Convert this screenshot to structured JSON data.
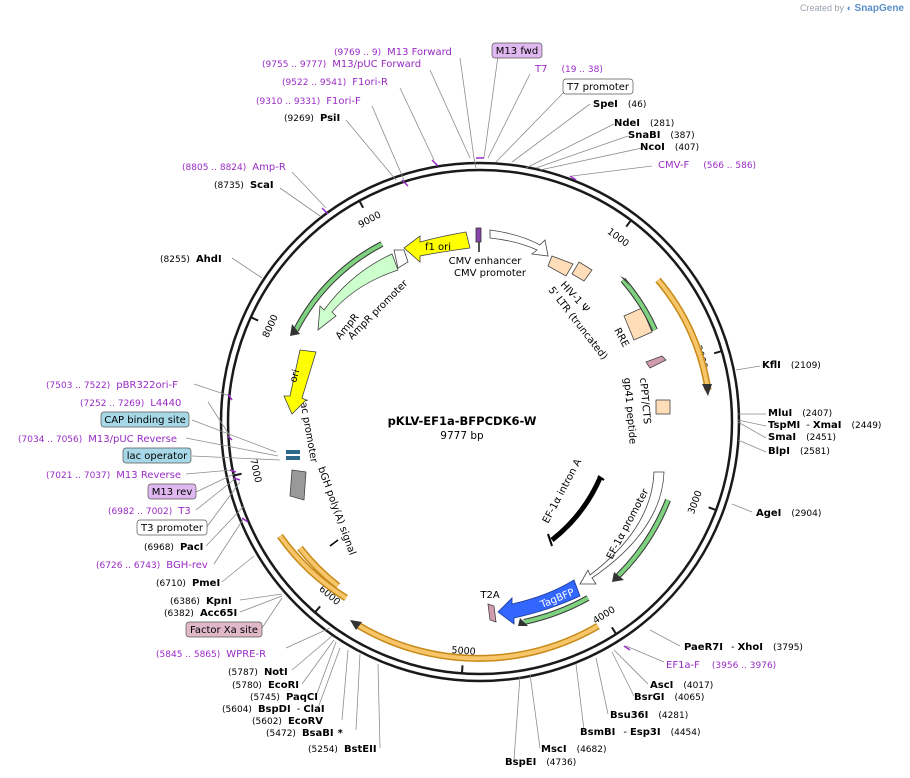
{
  "credit": {
    "prefix": "Created by",
    "brand": "SnapGene"
  },
  "plasmid": {
    "name": "pKLV-EF1a-BFPCDK6-W",
    "size_label": "9777 bp",
    "length": 9777
  },
  "colors": {
    "backbone": "#1a1a1a",
    "primer": "#9a2bc4",
    "f1_ori": "#ffff00",
    "ampr": "#ccffcc",
    "ori": "#ffff00",
    "tagbfp": "#3366ff",
    "ltr": "#ffddb8",
    "orf_orange": "#f0a020",
    "orf_green": "#33aa33",
    "polya": "#999999",
    "promoter_fill": "#ffffff",
    "boxed_blue": "#a6d8e8",
    "boxed_pink": "#e0b8c8",
    "boxed_purple": "#e0b8f0"
  },
  "ticks": [
    "1000",
    "2000",
    "3000",
    "4000",
    "5000",
    "6000",
    "7000",
    "8000",
    "9000"
  ],
  "features": {
    "cmv_enhancer": "CMV enhancer",
    "cmv_promoter": "CMV promoter",
    "hiv_psi": "HIV-1 Ψ",
    "ltr": "5' LTR (truncated)",
    "rre": "RRE",
    "cppt": "cPPT/CTS",
    "gp41": "gp41 peptide",
    "ef1a_intron": "EF-1α intron A",
    "ef1a_promoter": "EF-1α promoter",
    "tagbfp": "TagBFP",
    "t2a": "T2A",
    "bgh": "bGH poly(A) signal",
    "lac_promoter": "lac promoter",
    "ori": "ori",
    "ampr": "AmpR",
    "ampr_promoter": "AmpR promoter",
    "f1_ori": "f1 ori"
  },
  "labels": {
    "left": [
      {
        "kind": "primer",
        "pos": "(9769 .. 9)",
        "name": "M13 Forward"
      },
      {
        "kind": "primer",
        "pos": "(9755 .. 9777)",
        "name": "M13/pUC Forward"
      },
      {
        "kind": "primer",
        "pos": "(9522 .. 9541)",
        "name": "F1ori-R"
      },
      {
        "kind": "primer",
        "pos": "(9310 .. 9331)",
        "name": "F1ori-F"
      },
      {
        "kind": "site",
        "pos": "(9269)",
        "name": "PsiI"
      },
      {
        "kind": "primer",
        "pos": "(8805 .. 8824)",
        "name": "Amp-R"
      },
      {
        "kind": "site",
        "pos": "(8735)",
        "name": "ScaI"
      },
      {
        "kind": "site",
        "pos": "(8255)",
        "name": "AhdI"
      },
      {
        "kind": "primer",
        "pos": "(7503 .. 7522)",
        "name": "pBR322ori-F"
      },
      {
        "kind": "primer",
        "pos": "(7252 .. 7269)",
        "name": "L4440"
      },
      {
        "kind": "box_blue",
        "pos": "",
        "name": "CAP binding site"
      },
      {
        "kind": "primer",
        "pos": "(7034 .. 7056)",
        "name": "M13/pUC Reverse"
      },
      {
        "kind": "box_blue",
        "pos": "",
        "name": "lac operator"
      },
      {
        "kind": "primer",
        "pos": "(7021 .. 7037)",
        "name": "M13 Reverse"
      },
      {
        "kind": "box_purple",
        "pos": "",
        "name": "M13 rev"
      },
      {
        "kind": "primer",
        "pos": "(6982 .. 7002)",
        "name": "T3"
      },
      {
        "kind": "box_white",
        "pos": "",
        "name": "T3 promoter"
      },
      {
        "kind": "site",
        "pos": "(6968)",
        "name": "PacI"
      },
      {
        "kind": "primer",
        "pos": "(6726 .. 6743)",
        "name": "BGH-rev"
      },
      {
        "kind": "site",
        "pos": "(6710)",
        "name": "PmeI"
      },
      {
        "kind": "site",
        "pos": "(6386)",
        "name": "KpnI"
      },
      {
        "kind": "site",
        "pos": "(6382)",
        "name": "Acc65I"
      },
      {
        "kind": "box_pink",
        "pos": "",
        "name": "Factor Xa site"
      },
      {
        "kind": "primer",
        "pos": "(5845 .. 5865)",
        "name": "WPRE-R"
      },
      {
        "kind": "site",
        "pos": "(5787)",
        "name": "NotI"
      },
      {
        "kind": "site",
        "pos": "(5780)",
        "name": "EcoRI"
      },
      {
        "kind": "site",
        "pos": "(5745)",
        "name": "PaqCI"
      },
      {
        "kind": "site",
        "pos": "(5604)",
        "name": "BspDI"
      },
      {
        "kind": "site",
        "pos": "(5602)",
        "name": "EcoRV"
      },
      {
        "kind": "site",
        "pos": "(5472)",
        "name": "BsaBI"
      },
      {
        "kind": "site",
        "pos": "(5254)",
        "name": "BstEII"
      }
    ],
    "right": [
      {
        "kind": "box_purple",
        "pos": "",
        "name": "M13 fwd"
      },
      {
        "kind": "primer",
        "pos": "(19 .. 38)",
        "name": "T7"
      },
      {
        "kind": "box_white",
        "pos": "",
        "name": "T7 promoter"
      },
      {
        "kind": "site",
        "pos": "(46)",
        "name": "SpeI"
      },
      {
        "kind": "site",
        "pos": "(281)",
        "name": "NdeI"
      },
      {
        "kind": "site",
        "pos": "(387)",
        "name": "SnaBI"
      },
      {
        "kind": "site",
        "pos": "(407)",
        "name": "NcoI"
      },
      {
        "kind": "primer",
        "pos": "(566 .. 586)",
        "name": "CMV-F"
      },
      {
        "kind": "site",
        "pos": "(2109)",
        "name": "KflI"
      },
      {
        "kind": "site",
        "pos": "(2407)",
        "name": "MluI"
      },
      {
        "kind": "site",
        "pos": "(2449)",
        "name": "TspMI"
      },
      {
        "kind": "site",
        "pos": "",
        "name": "XmaI"
      },
      {
        "kind": "site",
        "pos": "(2451)",
        "name": "SmaI"
      },
      {
        "kind": "site",
        "pos": "(2581)",
        "name": "BlpI"
      },
      {
        "kind": "site",
        "pos": "(2904)",
        "name": "AgeI"
      },
      {
        "kind": "site",
        "pos": "(3795)",
        "name": "PaeR7I"
      },
      {
        "kind": "site",
        "pos": "",
        "name": "XhoI"
      },
      {
        "kind": "primer",
        "pos": "(3956 .. 3976)",
        "name": "EF1a-F"
      },
      {
        "kind": "site",
        "pos": "(4017)",
        "name": "AscI"
      },
      {
        "kind": "site",
        "pos": "(4065)",
        "name": "BsrGI"
      },
      {
        "kind": "site",
        "pos": "(4281)",
        "name": "Bsu36I"
      },
      {
        "kind": "site",
        "pos": "(4454)",
        "name": "BsmBI"
      },
      {
        "kind": "site",
        "pos": "",
        "name": "Esp3I"
      },
      {
        "kind": "site",
        "pos": "(4682)",
        "name": "MscI"
      },
      {
        "kind": "site",
        "pos": "(4736)",
        "name": "BspEI"
      }
    ],
    "extra": {
      "clai": "ClaI",
      "star": "*",
      "dash": "-"
    }
  }
}
